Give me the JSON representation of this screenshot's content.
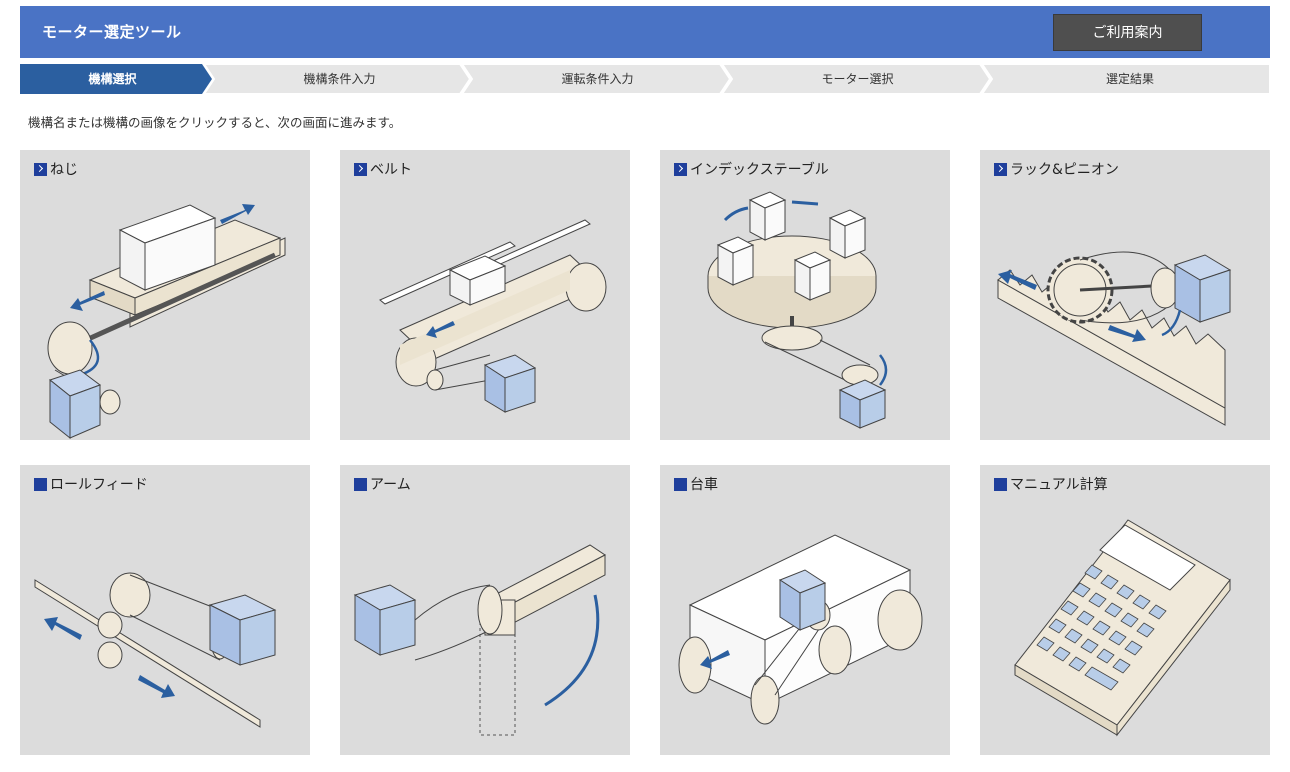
{
  "header": {
    "title": "モーター選定ツール",
    "guide_button": "ご利用案内"
  },
  "steps": [
    {
      "label": "機構選択",
      "active": true
    },
    {
      "label": "機構条件入力",
      "active": false
    },
    {
      "label": "運転条件入力",
      "active": false
    },
    {
      "label": "モーター選択",
      "active": false
    },
    {
      "label": "選定結果",
      "active": false
    }
  ],
  "instruction": "機構名または機構の画像をクリックすると、次の画面に進みます。",
  "mechanisms": [
    {
      "label": "ねじ",
      "icon": "chevron-right-icon"
    },
    {
      "label": "ベルト",
      "icon": "chevron-right-icon"
    },
    {
      "label": "インデックステーブル",
      "icon": "chevron-right-icon"
    },
    {
      "label": "ラック&ピニオン",
      "icon": "chevron-right-icon"
    },
    {
      "label": "ロールフィード",
      "icon": "square-icon"
    },
    {
      "label": "アーム",
      "icon": "square-icon"
    },
    {
      "label": "台車",
      "icon": "square-icon"
    },
    {
      "label": "マニュアル計算",
      "icon": "square-icon"
    }
  ],
  "colors": {
    "header": "#4a73c5",
    "active_step": "#2b5fa0",
    "accent": "#1f3f9c",
    "card": "#dcdcdc",
    "motor": "#b8cde8",
    "part": "#f0e9da"
  }
}
